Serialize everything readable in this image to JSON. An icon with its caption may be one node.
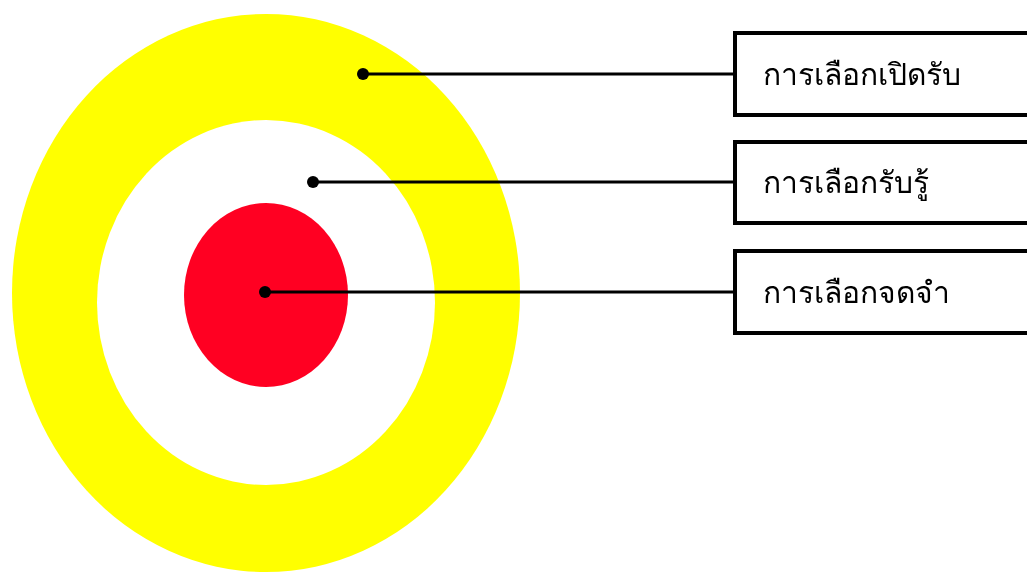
{
  "diagram": {
    "nodes": [
      {
        "text": [],
        "shape": "circle"
      },
      {
        "text": [],
        "shape": "circle",
        "in": 0
      },
      {
        "text": [],
        "shape": "circle",
        "in": 1
      },
      {
        "text": [
          "การเลือกเปิดรับ"
        ]
      },
      {
        "text": [
          "การเลือกรับรู้"
        ]
      },
      {
        "text": [
          "การเลือกจดจำ"
        ]
      }
    ],
    "edges": [
      {
        "from": 3,
        "to": 0,
        "arrow": "other"
      },
      {
        "from": 4,
        "to": 1,
        "arrow": "other"
      },
      {
        "from": 5,
        "to": 2,
        "arrow": "other"
      }
    ]
  }
}
